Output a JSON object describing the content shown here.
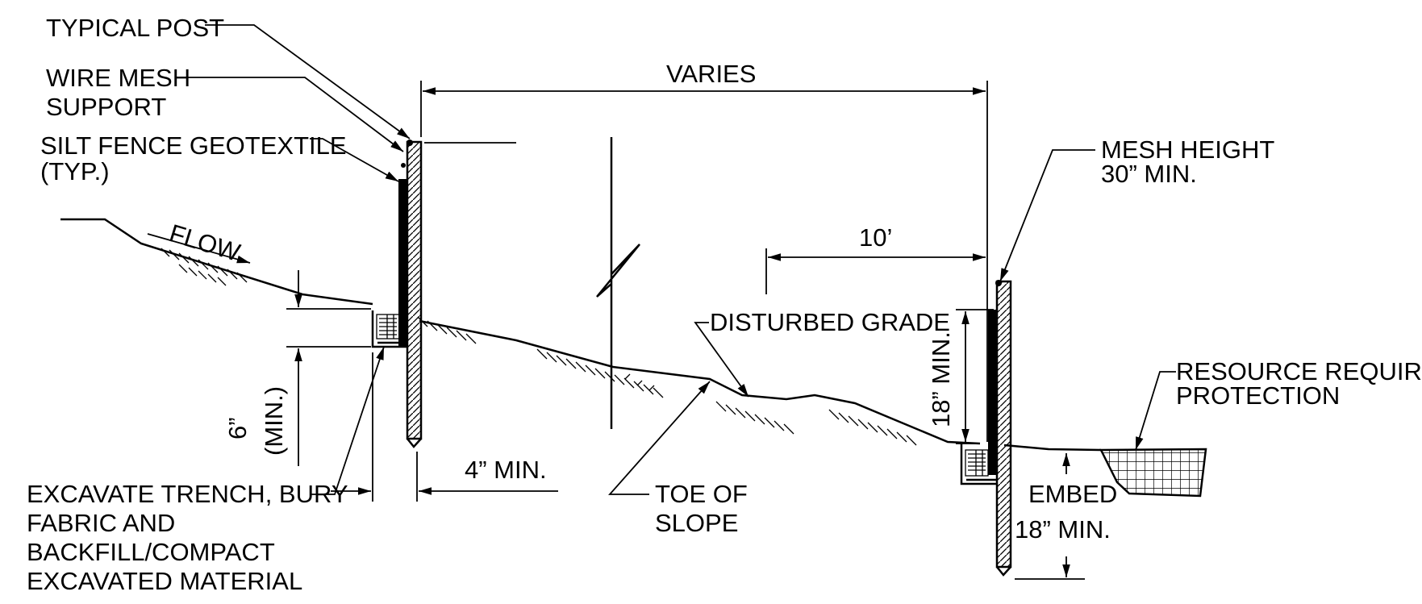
{
  "labels": {
    "typical_post": "TYPICAL POST",
    "wire_mesh_1": "WIRE MESH",
    "wire_mesh_2": "SUPPORT",
    "silt_fence_1": "SILT FENCE GEOTEXTILE",
    "silt_fence_2": "(TYP.)",
    "flow": "FLOW",
    "varies": "VARIES",
    "mesh_height_1": "MESH HEIGHT",
    "mesh_height_2": "30” MIN.",
    "ten_ft": "10’",
    "disturbed_grade": "DISTURBED GRADE",
    "eighteen_min_vertical": "18” MIN.",
    "resource_1": "RESOURCE REQUIRING",
    "resource_2": "PROTECTION",
    "six_in": "6”",
    "six_in_min": "(MIN.)",
    "four_in_min": "4” MIN.",
    "excavate_1": "EXCAVATE TRENCH, BURY",
    "excavate_2": "FABRIC AND",
    "excavate_3": "BACKFILL/COMPACT",
    "excavate_4": "EXCAVATED MATERIAL",
    "toe_1": "TOE OF",
    "toe_2": "SLOPE",
    "embed_1": "EMBED",
    "embed_2": "18” MIN."
  }
}
